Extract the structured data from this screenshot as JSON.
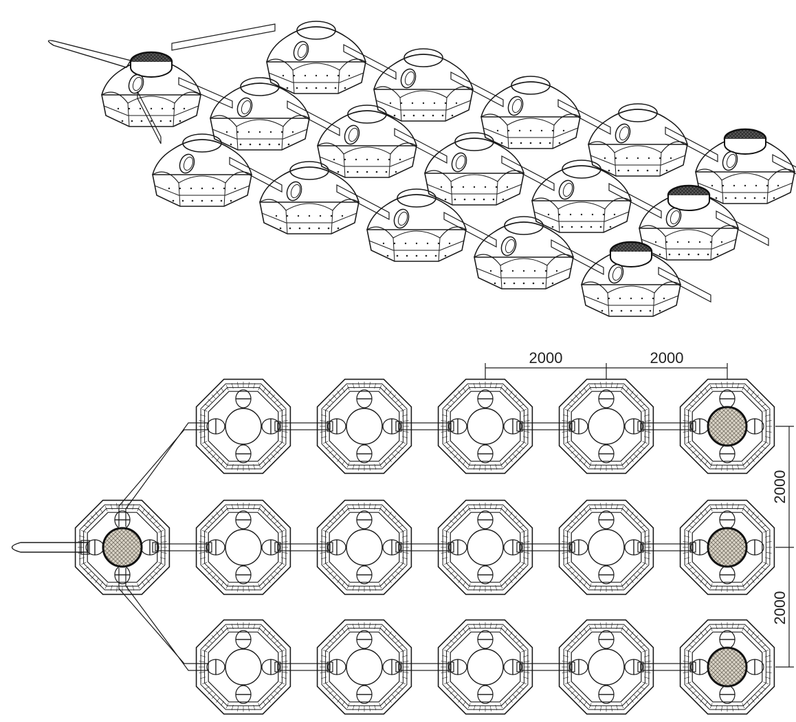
{
  "dimensions": {
    "horizontal_spacing_1": "2000",
    "horizontal_spacing_2": "2000",
    "vertical_spacing_1": "2000",
    "vertical_spacing_2": "2000"
  },
  "plan": {
    "rows": 3,
    "columns": 5,
    "filter_cap_modules": [
      "row-1-col-5",
      "row-2-col-5",
      "row-3-col-5",
      "inlet-hub"
    ]
  },
  "colors": {
    "stroke": "#1a1a1a",
    "filter_fill": "#c8c0b0",
    "filter_dark": "#3a3a3a"
  }
}
